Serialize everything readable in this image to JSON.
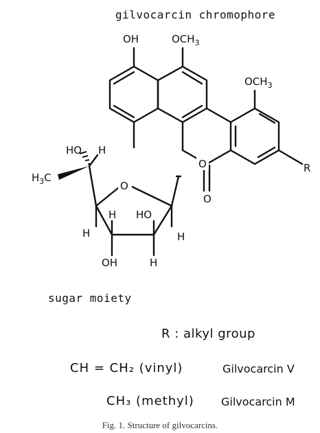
{
  "figure": {
    "title": "gilvocarcin chromophore",
    "atoms": {
      "oh_top": "OH",
      "och3_top": "OCH",
      "och3_top_sub": "3",
      "och3_right": "OCH",
      "och3_right_sub": "3",
      "lactone_o": "O",
      "carbonyl_o": "O",
      "r_group": "R",
      "ho_left": "HO",
      "h_left": "H",
      "h3c": "H",
      "h3c_sub": "3",
      "h3c_c": "C",
      "ring_o": "O",
      "h_c3": "H",
      "h_c4": "H",
      "ho_c2": "HO",
      "h_c1": "H",
      "oh_bottom": "OH",
      "h_c2": "H"
    },
    "sugar_label": "sugar moiety",
    "r_definition": "R : alkyl group",
    "variants": [
      {
        "formula": "CH = CH₂ (vinyl)",
        "name": "Gilvocarcin V"
      },
      {
        "formula": "CH₃ (methyl)",
        "name": "Gilvocarcin M"
      }
    ],
    "caption": "Fig. 1. Structure of gilvocarcins."
  }
}
